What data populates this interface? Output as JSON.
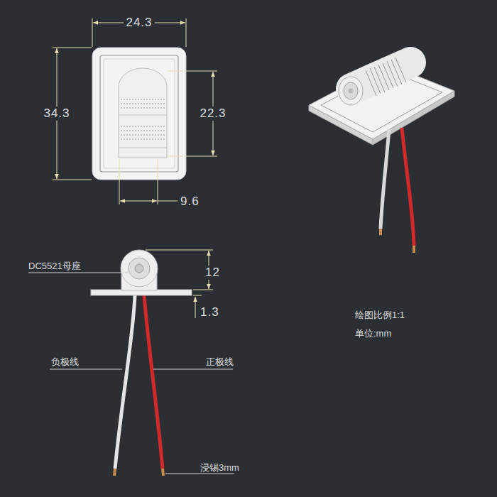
{
  "diagram": {
    "labels": [
      "24.3",
      "34.3",
      "22.3",
      "9.6",
      "DC5521母座",
      "12",
      "1.3",
      "负极线",
      "正极线",
      "浸锡3mm",
      "绘图比例1:1",
      "单位:mm"
    ]
  }
}
